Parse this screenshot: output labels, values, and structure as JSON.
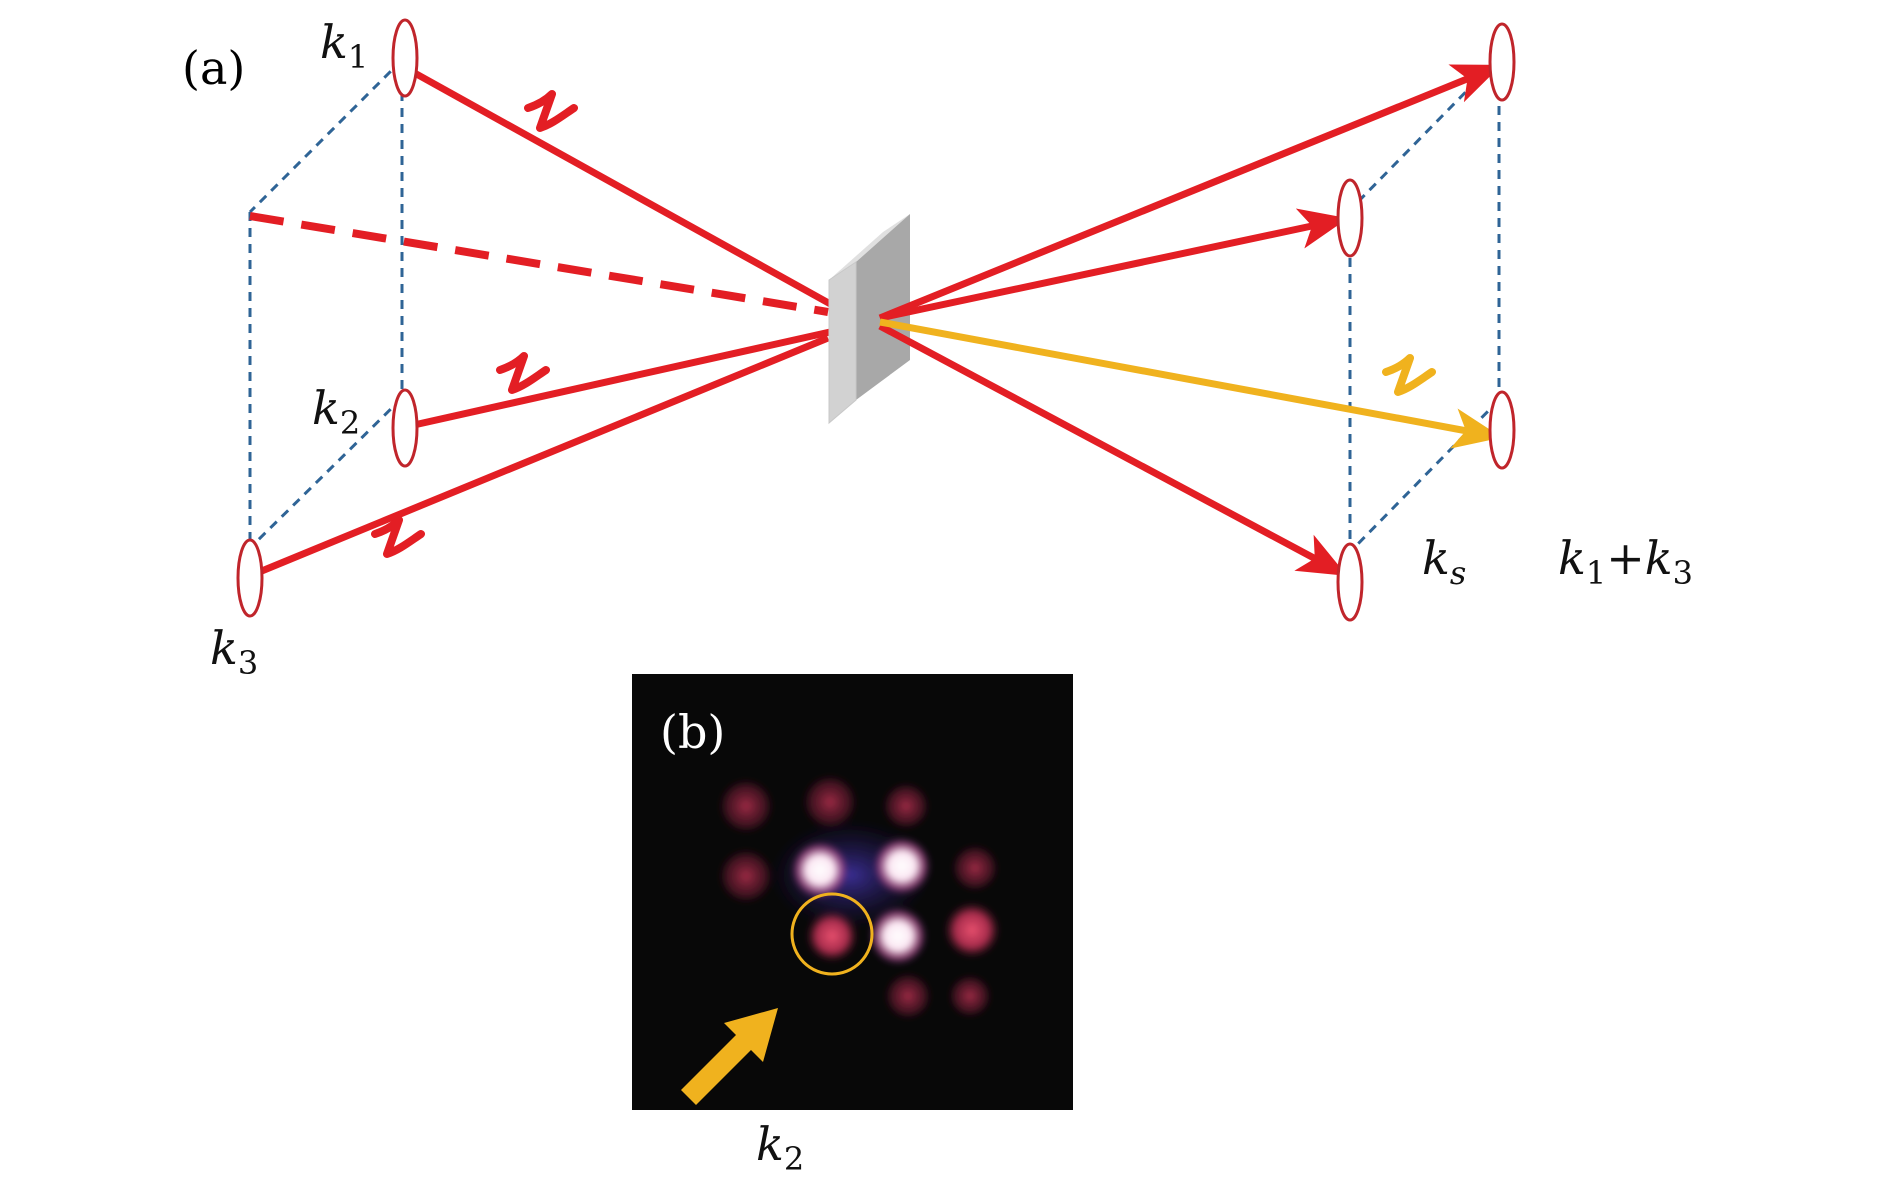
{
  "panel_a": {
    "label": "(a)",
    "incoming": [
      {
        "name": "k",
        "sub": "1"
      },
      {
        "name": "k",
        "sub": "2"
      },
      {
        "name": "k",
        "sub": "3"
      }
    ],
    "outgoing": [
      {
        "name": "k",
        "sub": "s"
      },
      {
        "name": "k",
        "sub": "1",
        "plus": "+",
        "name2": "k",
        "sub2": "3"
      }
    ],
    "colors": {
      "beam": "#e31e24",
      "generated": "#f0b21e",
      "dash_frame": "#2f6496",
      "ellipse": "#c0252b",
      "crystal_front": "#a9a9a9",
      "crystal_side": "#cfcfcf"
    },
    "beam_symbol": "pulse-glyph"
  },
  "panel_b": {
    "label": "(b)",
    "spot_label": {
      "name": "k",
      "sub": "2"
    },
    "colors": {
      "background": "#080808",
      "spot": "#d23a5a",
      "bright_spot": "#ffffff",
      "highlight_circle": "#f0b21e",
      "arrow": "#f0b21e"
    }
  }
}
